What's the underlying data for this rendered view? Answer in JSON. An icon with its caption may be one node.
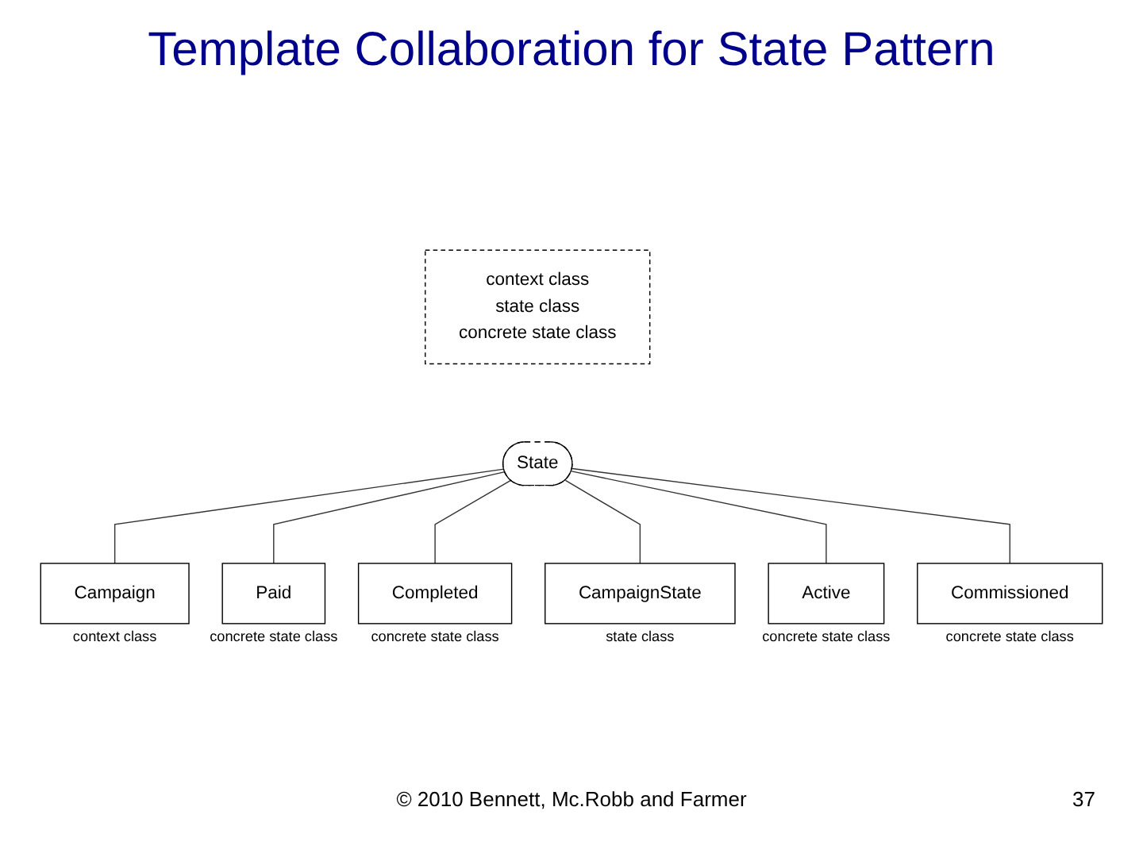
{
  "diagram": {
    "title": "Template Collaboration for State Pattern",
    "nodes": [
      {
        "text": [
          "State"
        ]
      },
      {
        "text": [
          "context class",
          "state class",
          "concrete state class"
        ]
      },
      {
        "text": [
          "Campaign"
        ],
        "beside": [
          "context class"
        ]
      },
      {
        "text": [
          "Paid"
        ],
        "beside": [
          "concrete state class"
        ]
      },
      {
        "text": [
          "Completed"
        ],
        "beside": [
          "concrete state class"
        ]
      },
      {
        "text": [
          "CampaignState"
        ],
        "beside": [
          "state class"
        ]
      },
      {
        "text": [
          "Active"
        ],
        "beside": [
          "concrete state class"
        ]
      },
      {
        "text": [
          "Commissioned"
        ],
        "beside": [
          "concrete state class"
        ]
      }
    ],
    "edges": [
      {
        "from": 0,
        "to": 2,
        "arrow": "none"
      },
      {
        "from": 0,
        "to": 3,
        "arrow": "none"
      },
      {
        "from": 0,
        "to": 4,
        "arrow": "none"
      },
      {
        "from": 0,
        "to": 5,
        "arrow": "none"
      },
      {
        "from": 0,
        "to": 6,
        "arrow": "none"
      },
      {
        "from": 0,
        "to": 7,
        "arrow": "none"
      }
    ],
    "labels": [
      "© 2010 Bennett, Mc.Robb and Farmer",
      "37"
    ]
  }
}
